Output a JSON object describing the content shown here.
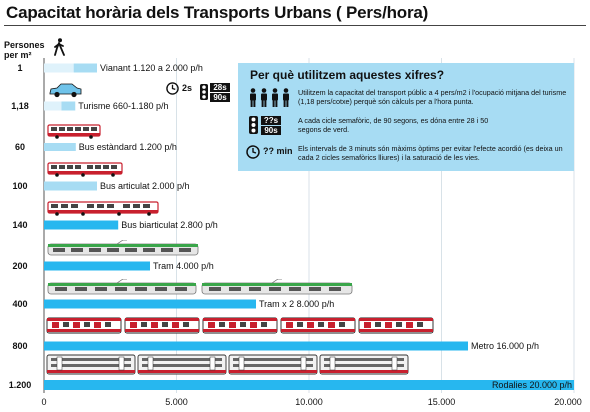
{
  "title": "Capacitat horària dels Transports Urbans ( Pers/hora)",
  "y_axis_label": "Persones per m²",
  "colors": {
    "bar": "#27b7ef",
    "bar_light": "#a7dcf3",
    "info_bg": "#a7dcf3",
    "tram": "#3aa54a",
    "metro": "#c8202e",
    "grid": "#c8d6df"
  },
  "icons": [
    "walker-icon",
    "car-icon",
    "clock-icon",
    "traffic-light-icon",
    "bus-icon",
    "tram-icon",
    "metro-icon",
    "train-icon"
  ],
  "signal_badge": {
    "value1": "2s",
    "value2": "28s",
    "value3": "90s"
  },
  "info": {
    "title": "Per què utilitzem aquestes xifres?",
    "p1": "Utilitzem la capacitat del transport públic a 4 pers/m2 i l'ocupació mitjana del turisme (1,18 pers/cotxe) perquè són càlculs per a l'hora punta.",
    "p2": "A cada cicle semafòric, de 90 segons, es dóna entre 28 i 50 segons de verd.",
    "p3": "Els intervals de 3 minuts són màxims òptims per evitar l'efecte acordió (es deixa un cada 2 cicles semafòrics lliures) i la saturació de les vies.",
    "badge_top": "??s",
    "badge_bottom": "90s",
    "clock_text": "?? min"
  },
  "chart_data": {
    "type": "bar",
    "orientation": "horizontal",
    "title": "Capacitat horària dels Transports Urbans ( Pers/hora)",
    "xlim": [
      0,
      20000
    ],
    "x_ticks": [
      "0",
      "5.000",
      "10.000",
      "15.000",
      "20.000"
    ],
    "grid": true,
    "categories": [
      "1",
      "1,18",
      "60",
      "100",
      "140",
      "200",
      "400",
      "800",
      "1.200"
    ],
    "series": [
      {
        "values_min": [
          1120,
          660,
          0,
          0,
          0,
          0,
          0,
          0,
          0
        ],
        "values": [
          2000,
          1180,
          1200,
          2000,
          2800,
          4000,
          8000,
          16000,
          20000
        ],
        "labels": [
          "Vianant 1.120 a 2.000 p/h",
          "Turisme 660-1.180 p/h",
          "Bus estàndard 1.200 p/h",
          "Bus articulat 2.000 p/h",
          "Bus biarticulat 2.800 p/h",
          "Tram 4.000 p/h",
          "Tram x 2 8.000 p/h",
          "Metro 16.000 p/h",
          "Rodalies 20.000 p/h"
        ]
      }
    ]
  }
}
